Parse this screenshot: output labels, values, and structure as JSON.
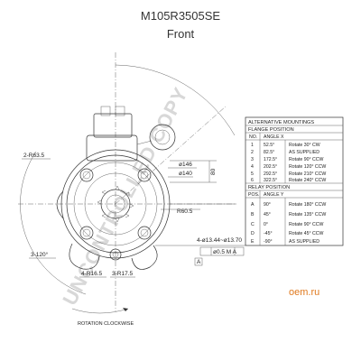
{
  "title": "M105R3505SE",
  "subtitle": "Front",
  "dims": {
    "r635": "2-R63.5",
    "d146": "ø146",
    "d140": "ø140",
    "d80": "80",
    "r605": "R60.5",
    "a120": "3-120°",
    "r165": "4-R16.5",
    "r175": "3-R17.5",
    "d1344": "4-ø13.44~ø13.70",
    "tol": "ø0.5 M A",
    "rotation": "ROTATION CLOCKWISE",
    "datum_a": "A"
  },
  "table": {
    "title": "ALTERNATIVE MOUNTINGS",
    "flange_header": "FLANGE POSITION",
    "flange_cols": [
      "NO.",
      "ANGLE  X"
    ],
    "flange_rows": [
      [
        "1",
        "52.5°",
        "Rotate  30° CW"
      ],
      [
        "2",
        "82.5°",
        "AS  SUPPLIED"
      ],
      [
        "3",
        "172.5°",
        "Rotate  90° CCW"
      ],
      [
        "4",
        "202.5°",
        "Rotate  120° CCW"
      ],
      [
        "5",
        "292.5°",
        "Rotate  210° CCW"
      ],
      [
        "6",
        "322.5°",
        "Rotate  240° CCW"
      ]
    ],
    "relay_header": "RELAY POSITION",
    "relay_cols": [
      "POS.",
      "ANGLE  Y"
    ],
    "relay_rows": [
      [
        "A",
        "90°",
        "Rotate  180° CCW"
      ],
      [
        "B",
        "45°",
        "Rotate  135° CCW"
      ],
      [
        "C",
        "0°",
        "Rotate  90° CCW"
      ],
      [
        "D",
        "-45°",
        "Rotate  45° CCW"
      ],
      [
        "E",
        "-90°",
        "AS  SUPPLIED"
      ]
    ]
  },
  "watermark": "UNCONTROLLED COPY",
  "logo": "oem.ru"
}
